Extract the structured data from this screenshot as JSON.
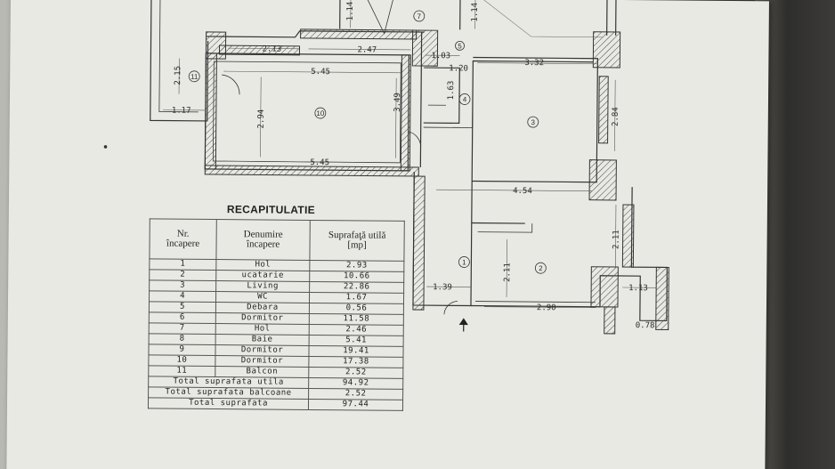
{
  "recap": {
    "title": "RECAPITULATIE",
    "headers": {
      "nr": [
        "Nr.",
        "încapere"
      ],
      "denumire": [
        "Denumire",
        "încapere"
      ],
      "suprafata": [
        "Suprafaţă utilă",
        "[mp]"
      ]
    },
    "rows": [
      {
        "nr": "1",
        "name": "Hol",
        "area": "2.93"
      },
      {
        "nr": "2",
        "name": "ucatarie",
        "area": "10.66"
      },
      {
        "nr": "3",
        "name": "Living",
        "area": "22.86"
      },
      {
        "nr": "4",
        "name": "WC",
        "area": "1.67"
      },
      {
        "nr": "5",
        "name": "Debara",
        "area": "0.56"
      },
      {
        "nr": "6",
        "name": "Dormitor",
        "area": "11.58"
      },
      {
        "nr": "7",
        "name": "Hol",
        "area": "2.46"
      },
      {
        "nr": "8",
        "name": "Baie",
        "area": "5.41"
      },
      {
        "nr": "9",
        "name": "Dormitor",
        "area": "19.41"
      },
      {
        "nr": "10",
        "name": "Dormitor",
        "area": "17.38"
      },
      {
        "nr": "11",
        "name": "Balcon",
        "area": "2.52"
      }
    ],
    "totals": [
      {
        "label": "Total suprafata utila",
        "value": "94.92"
      },
      {
        "label": "Total suprafata balcoane",
        "value": "2.52"
      },
      {
        "label": "Total suprafata",
        "value": "97.44"
      }
    ]
  },
  "plan": {
    "dims": {
      "d_213": "2.13",
      "d_247": "2.47",
      "d_545_top": "5.45",
      "d_545_bottom": "5.45",
      "d_294": "2.94",
      "d_349": "3.49",
      "d_215": "2.15",
      "d_117": "1.17",
      "d_114a": "1.14",
      "d_114b": "1.14",
      "d_103": "1.03",
      "d_120": "1.20",
      "d_332": "3.32",
      "d_163": "1.63",
      "d_284": "2.84",
      "d_454": "4.54",
      "d_211a": "2.11",
      "d_211b": "2.11",
      "d_113": "1.13",
      "d_139": "1.39",
      "d_290": "2.90",
      "d_078": "0.78"
    },
    "rooms": {
      "r1": "1",
      "r2": "2",
      "r3": "3",
      "r4": "4",
      "r5": "5",
      "r7": "7",
      "r10": "10",
      "r11": "11"
    }
  }
}
